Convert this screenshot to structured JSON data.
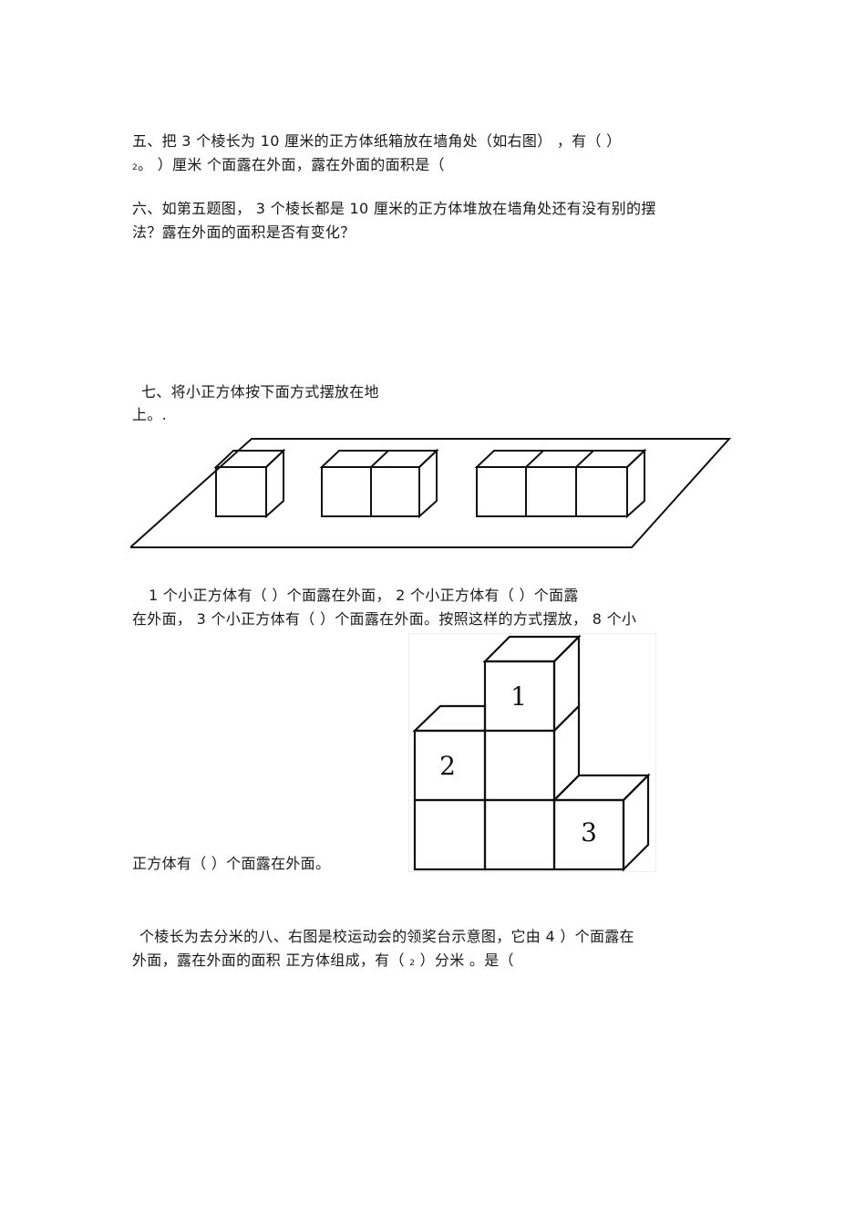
{
  "q5": {
    "line1": "五、把  3 个棱长为  10 厘米的正方体纸箱放在墙角处（如右图）   ，有（          ）",
    "line2_small": "2",
    "line2_a": "。     ）厘米   个面露在外面，露在外面的面积是（"
  },
  "q6": {
    "line1": "六、如第五题图，   3 个棱长都是  10 厘米的正方体堆放在墙角处还有没有别的摆",
    "line2": "法？露在外面的面积是否有变化？"
  },
  "q7": {
    "line1": "七、将小正方体按下面方式摆放在地",
    "line2": "上。.",
    "ans1": "1    个小正方体有（          ）个面露在外面，  2 个小正方体有（          ）个面露",
    "ans2": "在外面，  3 个小正方体有（          ）个面露在外面。按照这样的方式摆放，   8 个小",
    "ans3": "正方体有（          ）个面露在外面。"
  },
  "podium": {
    "label1": "1",
    "label2": "2",
    "label3": "3"
  },
  "q8": {
    "line1": "个棱长为去分米的八、右图是校运动会的领奖台示意图，它由      4   ）个面露在",
    "line2_a": "外面，露在外面的面积          正方体组成，有（ ",
    "line2_small": "2",
    "line2_b": " ）分米    。是（"
  }
}
